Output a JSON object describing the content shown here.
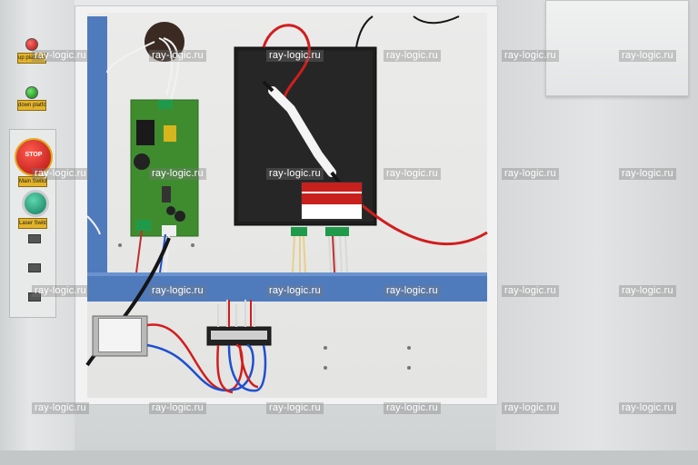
{
  "watermark": "ray-logic.ru",
  "labels": {
    "up_platform": "up platform",
    "down_platform": "down platform",
    "stop": "STOP",
    "main_switch": "Main Switch",
    "laser_switch": "Laser Switch"
  },
  "colors": {
    "rail_blue": "#4f7bbd",
    "psu_black": "#1e1e1e",
    "pcb_green": "#3f8c2f",
    "wire_red": "#d01e1e",
    "wire_blue": "#1f4fd0",
    "estop_red": "#d8231c",
    "button_green": "#1fa27a",
    "tag_yellow": "#e3b32a"
  }
}
